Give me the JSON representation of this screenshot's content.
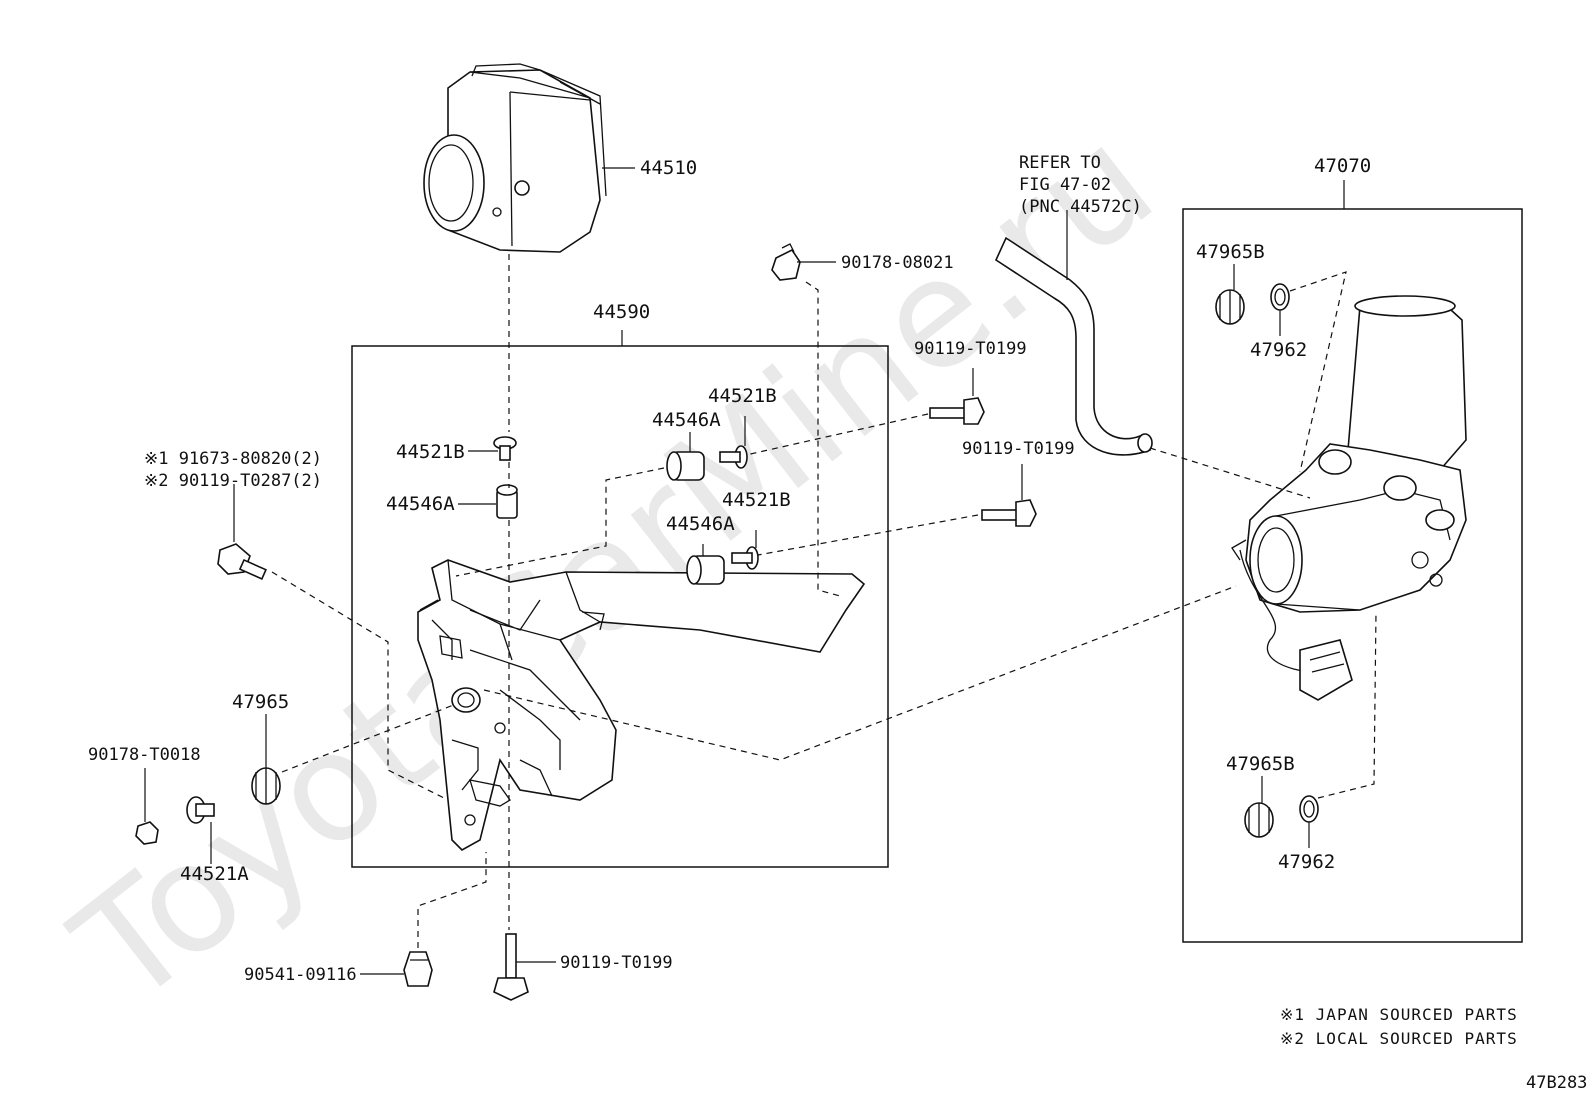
{
  "watermark": "ToyotaCarMine.ru",
  "labels": {
    "p44510": "44510",
    "p44590": "44590",
    "p47070": "47070",
    "p90178_08021": "90178-08021",
    "p90119_a": "90119-T0199",
    "p90119_b": "90119-T0199",
    "p90119_c": "90119-T0199",
    "p44521b_1": "44521B",
    "p44521b_2": "44521B",
    "p44521b_3": "44521B",
    "p44546a_1": "44546A",
    "p44546a_2": "44546A",
    "p44546a_3": "44546A",
    "p47965": "47965",
    "p90178_t0018": "90178-T0018",
    "p44521a": "44521A",
    "p90541": "90541-09116",
    "p47965b_1": "47965B",
    "p47965b_2": "47965B",
    "p47962_1": "47962",
    "p47962_2": "47962",
    "note_star1": "※1 91673-80820(2)",
    "note_star2": "※2 90119-T0287(2)",
    "refer_line1": "REFER TO",
    "refer_line2": "FIG 47-02",
    "refer_line3": "(PNC 44572C)"
  },
  "footnotes": {
    "japan": "※1 JAPAN SOURCED PARTS",
    "local": "※2 LOCAL SOURCED PARTS"
  },
  "figure_code": "47B283"
}
